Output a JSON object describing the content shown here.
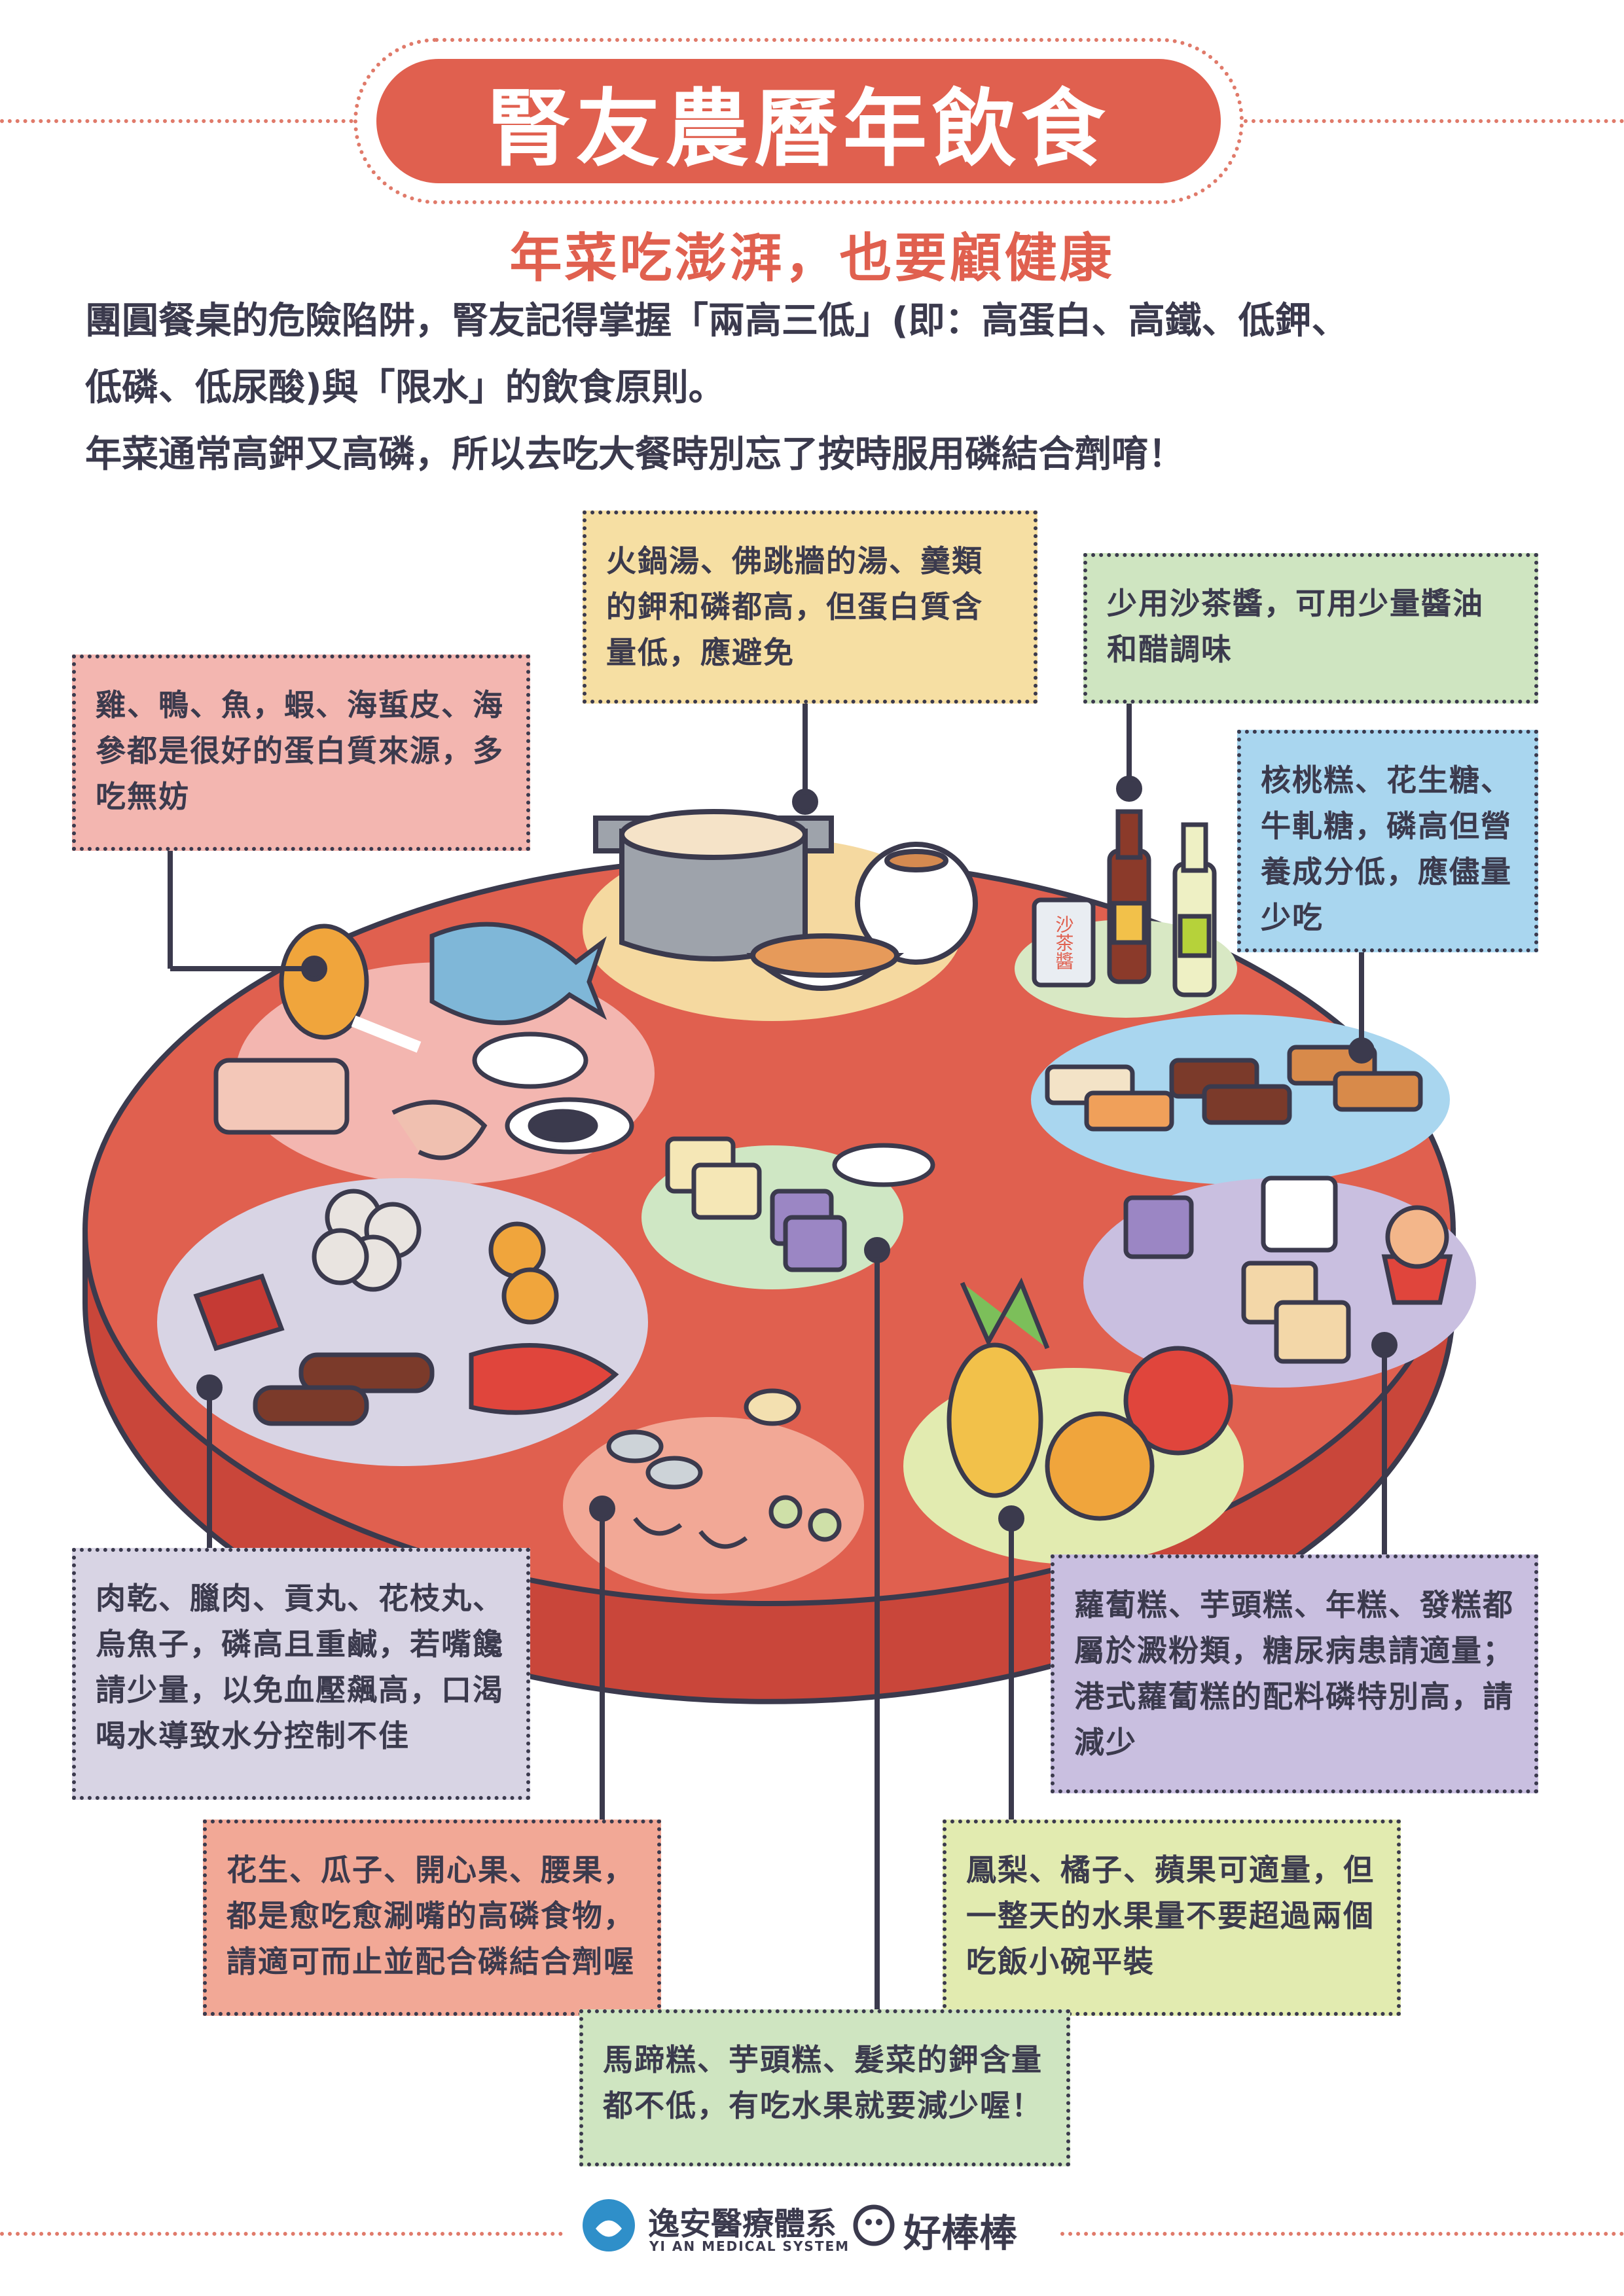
{
  "header": {
    "title": "腎友農曆年飲食",
    "subtitle": "年菜吃澎湃，也要顧健康"
  },
  "intro": {
    "line1": "團圓餐桌的危險陷阱，腎友記得掌握「兩高三低」(即：高蛋白、高鐵、低鉀、",
    "line2": "低磷、低尿酸)與「限水」的飲食原則。",
    "line3": "年菜通常高鉀又高磷，所以去吃大餐時別忘了按時服用磷結合劑唷！"
  },
  "notes": {
    "protein": "雞、鴨、魚，蝦、海蜇皮、海參都是很好的蛋白質來源，多吃無妨",
    "soup": "火鍋湯、佛跳牆的湯、羹類的鉀和磷都高，但蛋白質含量低，應避免",
    "sauce": "少用沙茶醬，可用少量醬油和醋調味",
    "candy": "核桃糕、花生糖、牛軋糖，磷高但營養成分低，應儘量少吃",
    "processed": "肉乾、臘肉、貢丸、花枝丸、烏魚子，磷高且重鹹，若嘴饞請少量，以免血壓飆高，口渴喝水導致水分控制不佳",
    "cakes": "蘿蔔糕、芋頭糕、年糕、發糕都屬於澱粉類，糖尿病患請適量；港式蘿蔔糕的配料磷特別高，請減少",
    "nuts": "花生、瓜子、開心果、腰果，都是愈吃愈涮嘴的高磷食物，請適可而止並配合磷結合劑喔",
    "fruit": "鳳梨、橘子、蘋果可適量，但一整天的水果量不要超過兩個吃飯小碗平裝",
    "taro": "馬蹄糕、芋頭糕、髮菜的鉀含量都不低，有吃水果就要減少喔！"
  },
  "scene": {
    "sachajiang_label": "沙茶醬"
  },
  "footer": {
    "brand_cn": "逸安醫療體系",
    "brand_en": "YI AN MEDICAL SYSTEM",
    "partner": "好棒棒"
  },
  "colors": {
    "accent": "#e0604f",
    "table": "#e0604f",
    "ink": "#3b3a4d"
  }
}
